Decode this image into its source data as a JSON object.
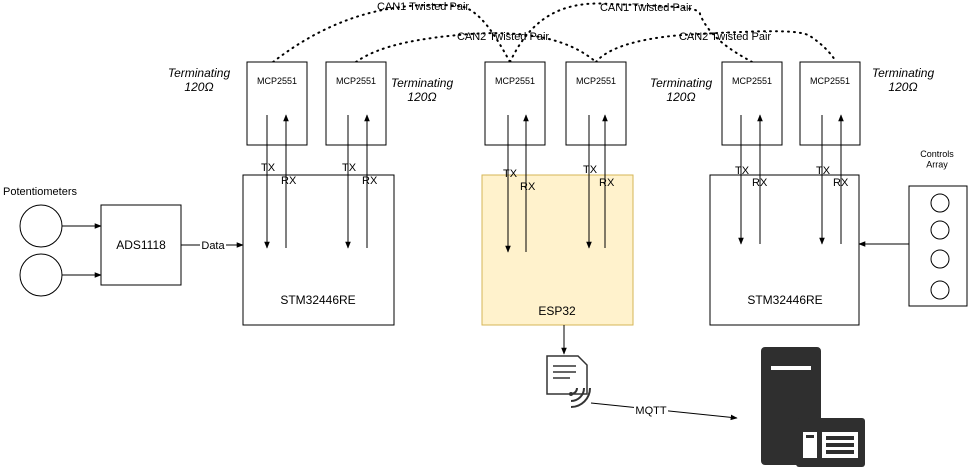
{
  "blocks": {
    "potentiometers_label": "Potentiometers",
    "adc": "ADS1118",
    "data_link": "Data",
    "mcu_left": "STM32446RE",
    "mcu_center": "ESP32",
    "mcu_right": "STM32446RE",
    "controls_label": "Controls\nArray",
    "mqtt_link": "MQTT"
  },
  "transceivers": {
    "label": "MCP2551",
    "tx": "TX",
    "rx": "RX"
  },
  "terminations": {
    "left_a": "Terminating\n120Ω",
    "left_b": "Terminating\n120Ω",
    "right_a": "Terminating\n120Ω",
    "right_b": "Terminating\n120Ω"
  },
  "buses": {
    "can1_left": "CAN1 Twisted Pair",
    "can1_right": "CAN1 Twisted Pair",
    "can2_left": "CAN2 Twisted Pair",
    "can2_right": "CAN2 Twisted Pair"
  },
  "colors": {
    "esp32_fill": "#FFF2CC",
    "esp32_stroke": "#D6B656",
    "server_dark": "#2F2F2F",
    "line": "#000000"
  },
  "icons": {
    "wireless_device": "wireless-document-icon",
    "server": "server-icon"
  }
}
